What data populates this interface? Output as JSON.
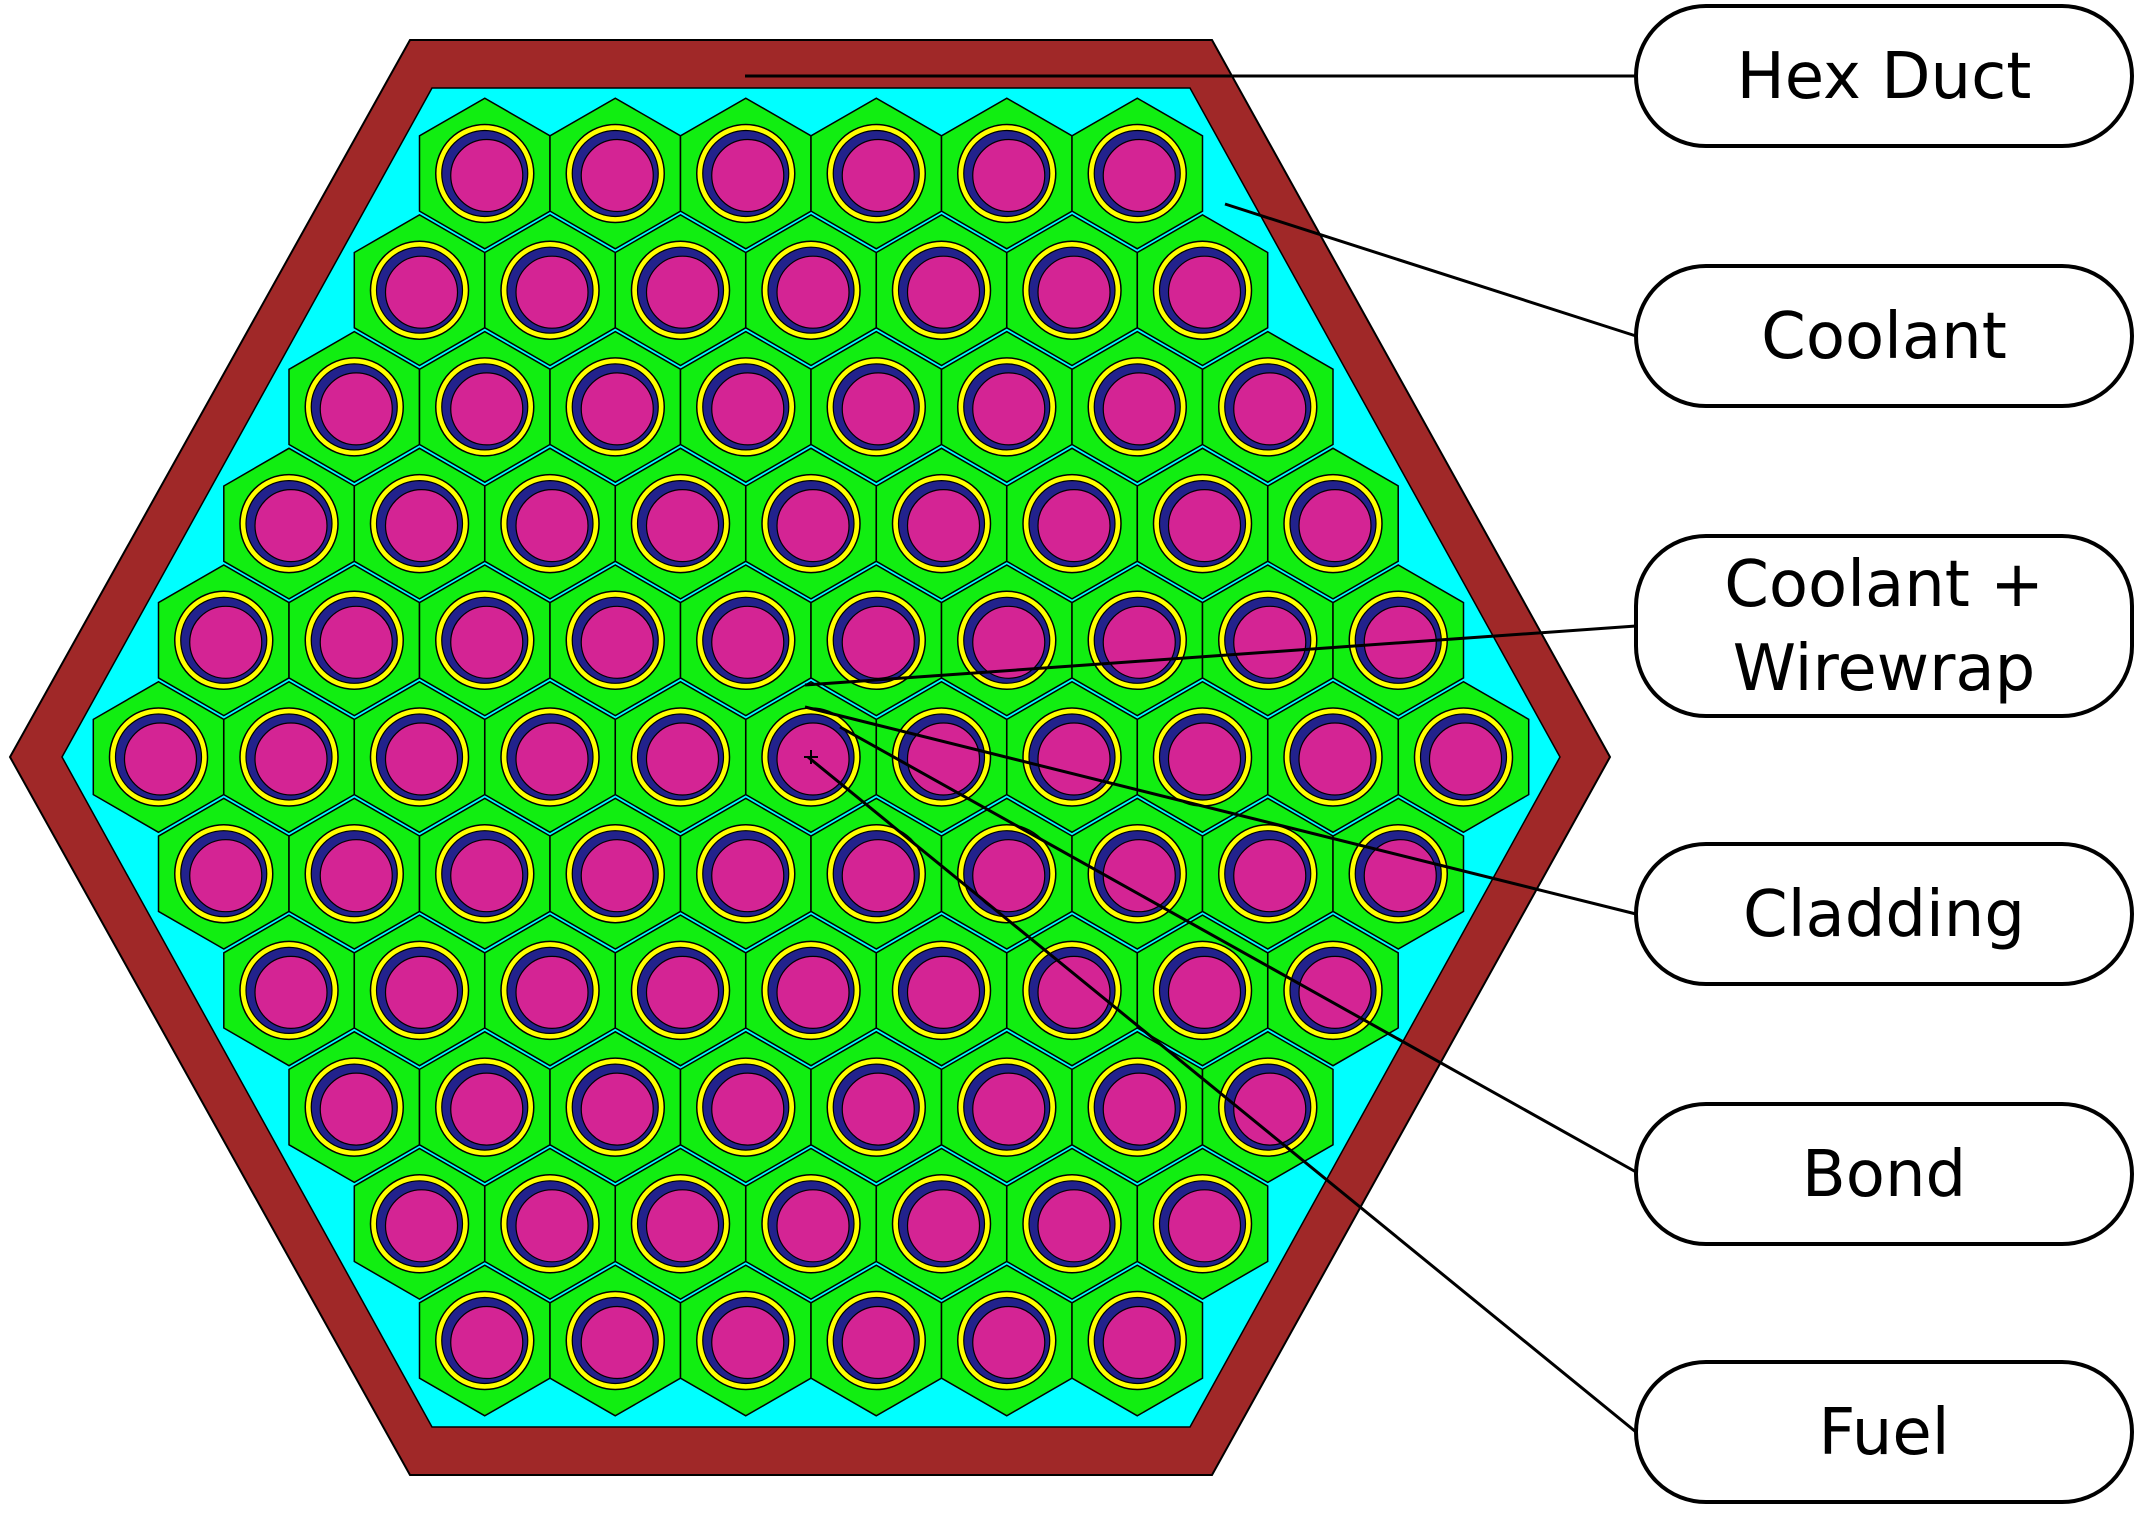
{
  "diagram": {
    "rings": 6,
    "colors": {
      "duct": "#A02828",
      "coolant": "#00FFFF",
      "coolant_wirewrap": "#11EE11",
      "cladding": "#FFFF00",
      "bond": "#22228C",
      "fuel": "#D42494",
      "outline": "#000000"
    }
  },
  "callouts": [
    {
      "id": "hex-duct",
      "lines": [
        "Hex Duct"
      ]
    },
    {
      "id": "coolant",
      "lines": [
        "Coolant"
      ]
    },
    {
      "id": "coolant-wirewrap",
      "lines": [
        "Coolant +",
        "Wirewrap"
      ]
    },
    {
      "id": "cladding",
      "lines": [
        "Cladding"
      ]
    },
    {
      "id": "bond",
      "lines": [
        "Bond"
      ]
    },
    {
      "id": "fuel",
      "lines": [
        "Fuel"
      ]
    }
  ]
}
